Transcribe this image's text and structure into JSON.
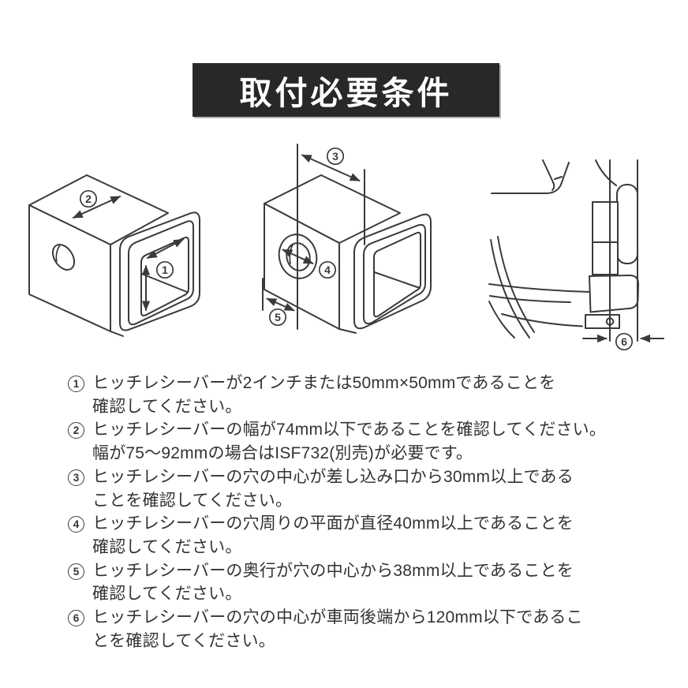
{
  "title": "取付必要条件",
  "requirements": [
    {
      "num": "1",
      "lines": [
        "ヒッチレシーバーが2インチまたは50mm×50mmであることを",
        "確認してください。"
      ]
    },
    {
      "num": "2",
      "lines": [
        "ヒッチレシーバーの幅が74mm以下であることを確認してください。",
        "幅が75〜92mmの場合はISF732(別売)が必要です。"
      ]
    },
    {
      "num": "3",
      "lines": [
        "ヒッチレシーバーの穴の中心が差し込み口から30mm以上である",
        "ことを確認してください。"
      ]
    },
    {
      "num": "4",
      "lines": [
        "ヒッチレシーバーの穴周りの平面が直径40mm以上であることを",
        "確認してください。"
      ]
    },
    {
      "num": "5",
      "lines": [
        "ヒッチレシーバーの奥行が穴の中心から38mm以上であることを",
        "確認してください。"
      ]
    },
    {
      "num": "6",
      "lines": [
        "ヒッチレシーバーの穴の中心が車両後端から120mm以下であるこ",
        "とを確認してください。"
      ]
    }
  ],
  "diagrams": {
    "receiver_size": {
      "labels": {
        "opening": "1",
        "width": "2"
      }
    },
    "hole_position": {
      "labels": {
        "hole_offset": "3",
        "flat_diameter": "4",
        "depth": "5"
      }
    },
    "vehicle_rear": {
      "labels": {
        "rear_distance": "6"
      }
    }
  },
  "colors": {
    "background": "#ffffff",
    "title_bg": "#282828",
    "title_text": "#ffffff",
    "line_art": "#3a3a3a",
    "body_text": "#333333"
  }
}
